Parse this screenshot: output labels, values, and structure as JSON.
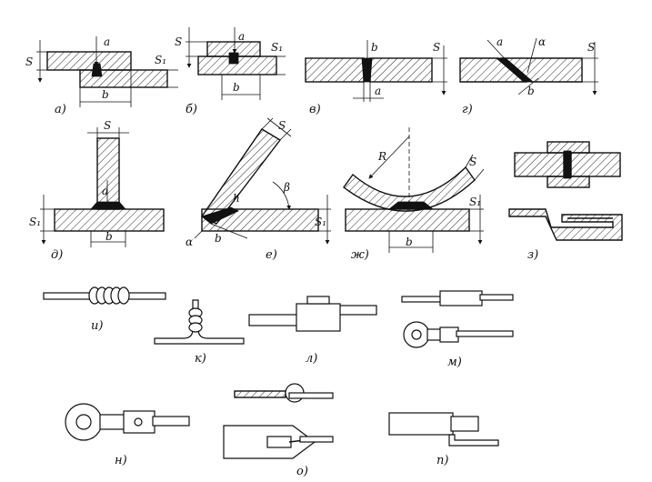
{
  "labels": {
    "a": "а)",
    "b": "б)",
    "v": "в)",
    "g": "г)",
    "d": "д)",
    "e": "е)",
    "zh": "ж)",
    "z": "з)",
    "i": "и)",
    "k": "к)",
    "l": "л)",
    "m": "м)",
    "n": "н)",
    "o": "о)",
    "p": "п)"
  },
  "dims": {
    "S": "S",
    "S1": "S₁",
    "a": "a",
    "b": "b",
    "alpha": "α",
    "beta": "β",
    "R": "R",
    "h": "h"
  }
}
